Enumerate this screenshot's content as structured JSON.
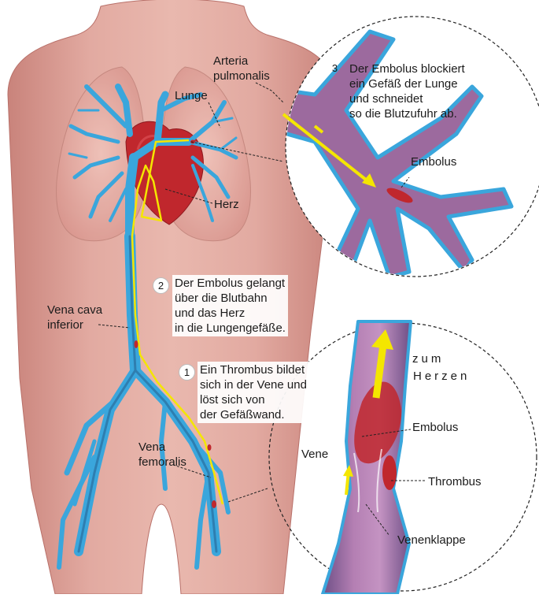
{
  "labels": {
    "arteria_pulmonalis_line1": "Arteria",
    "arteria_pulmonalis_line2": "pulmonalis",
    "lunge": "Lunge",
    "herz": "Herz",
    "vena_cava_line1": "Vena cava",
    "vena_cava_line2": "inferior",
    "vena_femoralis_line1": "Vena",
    "vena_femoralis_line2": "femoralis",
    "embolus_lung": "Embolus",
    "embolus_vein": "Embolus",
    "vene": "Vene",
    "thrombus": "Thrombus",
    "venenklappe": "Venenklappe",
    "zum": "zum",
    "herzen": "Herzen"
  },
  "steps": [
    {
      "number": "1",
      "lines": [
        "Ein Thrombus bildet",
        "sich in der Vene und",
        "löst sich von",
        "der Gefäßwand."
      ]
    },
    {
      "number": "2",
      "lines": [
        "Der Embolus gelangt",
        "über die Blutbahn",
        "und das Herz",
        "in die Lungengefäße."
      ]
    },
    {
      "number": "3",
      "lines": [
        "Der Embolus blockiert",
        "ein Gefäß der Lunge",
        "und schneidet",
        "so die Blutzufuhr ab."
      ]
    }
  ],
  "colors": {
    "skin": "#d9968e",
    "skin_light": "#e8b2a8",
    "vessel_blue": "#3aa6dc",
    "vessel_purple": "#9c6a9e",
    "heart_red": "#c0272d",
    "embolus_arrow": "#f4e600",
    "background": "#ffffff"
  }
}
